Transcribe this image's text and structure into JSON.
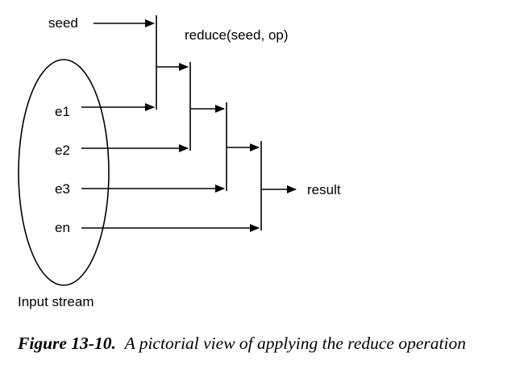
{
  "diagram": {
    "seed_label": "seed",
    "reduce_label": "reduce(seed, op)",
    "elements": [
      "e1",
      "e2",
      "e3",
      "en"
    ],
    "result_label": "result",
    "stream_label": "Input stream"
  },
  "caption": {
    "figure_number": "Figure 13-10.",
    "text": "A pictorial view of applying the reduce operation"
  }
}
